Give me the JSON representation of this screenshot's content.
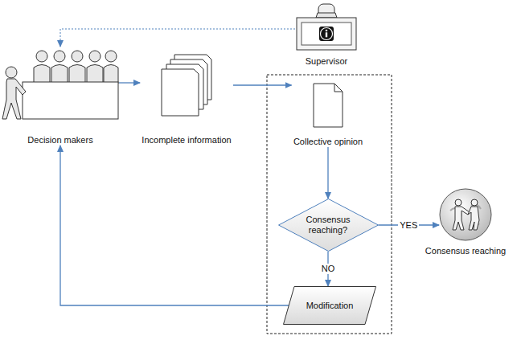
{
  "diagram": {
    "nodes": [
      {
        "text": [
          "Supervisor"
        ]
      },
      {
        "text": [
          "Decision makers"
        ]
      },
      {
        "text": [
          "Incomplete information"
        ]
      },
      {
        "text": [
          "Collective opinion"
        ]
      },
      {
        "text": [
          "Consensus reaching?"
        ]
      },
      {
        "text": [
          "Consensus reaching"
        ]
      },
      {
        "text": [
          "Modification"
        ]
      }
    ],
    "edges": [
      {
        "from": 0,
        "to": 1,
        "arrow": "to"
      },
      {
        "from": 1,
        "to": 2,
        "arrow": "to"
      },
      {
        "from": 2,
        "to": 3,
        "arrow": "to"
      },
      {
        "from": 3,
        "to": 4,
        "arrow": "to"
      },
      {
        "from": 4,
        "to": 5,
        "label": "YES",
        "arrow": "to"
      },
      {
        "from": 4,
        "to": 6,
        "label": "NO",
        "arrow": "to"
      },
      {
        "from": 6,
        "to": 1,
        "arrow": "to"
      }
    ]
  }
}
